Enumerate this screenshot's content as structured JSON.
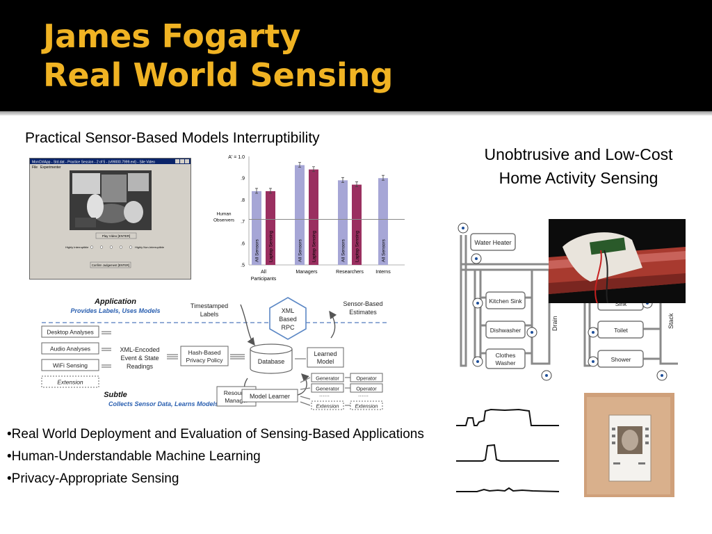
{
  "slide": {
    "title_line1": "James Fogarty",
    "title_line2": "Real World Sensing",
    "left_caption": "Practical Sensor-Based Models Interruptibility",
    "right_caption_line1": "Unobtrusive and Low-Cost",
    "right_caption_line2": "Home Activity Sensing",
    "bullets": [
      "•Real World Deployment and Evaluation of Sensing-Based Applications",
      "•Human-Understandable Machine Learning",
      "•Privacy-Appropriate Sensing"
    ]
  },
  "app_window": {
    "title": "MonCtrlApp - Std.dat - Practice Session - 2 of 5 - (v99000.7999.ext) - Sile Video",
    "menu": [
      "File",
      "Experimenter"
    ],
    "play_button": "Play Video [ENTER]",
    "scale_left": "Highly Interruptible",
    "scale_right": "Highly Non-Interruptible",
    "confirm_button": "Confirm Judgement [ENTER]"
  },
  "chart_data": {
    "type": "bar",
    "y_title": "A' = 1.0",
    "yticks": [
      ".9",
      ".8",
      ".7",
      ".6",
      ".5"
    ],
    "ylim": [
      0.5,
      1.0
    ],
    "reference_line": {
      "label_line1": "Human",
      "label_line2": "Observers",
      "value": 0.71
    },
    "groups": [
      {
        "label_line1": "All",
        "label_line2": "Participants",
        "bars": [
          {
            "name": "All Sensors",
            "value": 0.84,
            "color": "#a6a6d6"
          },
          {
            "name": "Laptop Sensing",
            "value": 0.84,
            "color": "#9a2f60"
          }
        ]
      },
      {
        "label_line1": "Managers",
        "label_line2": "",
        "bars": [
          {
            "name": "All Sensors",
            "value": 0.96,
            "color": "#a6a6d6"
          },
          {
            "name": "Laptop Sensing",
            "value": 0.94,
            "color": "#9a2f60"
          }
        ]
      },
      {
        "label_line1": "Researchers",
        "label_line2": "",
        "bars": [
          {
            "name": "All Sensors",
            "value": 0.89,
            "color": "#a6a6d6"
          },
          {
            "name": "Laptop Sensing",
            "value": 0.87,
            "color": "#9a2f60"
          }
        ]
      },
      {
        "label_line1": "Interns",
        "label_line2": "",
        "bars": [
          {
            "name": "All Sensors",
            "value": 0.9,
            "color": "#a6a6d6"
          }
        ]
      }
    ]
  },
  "architecture": {
    "application_title": "Application",
    "application_subtitle": "Provides Labels, Uses Models",
    "subtle_title": "Subtle",
    "subtle_subtitle": "Collects Sensor Data, Learns Models",
    "timestamped_line1": "Timestamped",
    "timestamped_line2": "Labels",
    "xml_line1": "XML",
    "xml_line2": "Based",
    "xml_line3": "RPC",
    "sensor_based_line1": "Sensor-Based",
    "sensor_based_line2": "Estimates",
    "analyses": [
      "Desktop Analyses",
      "Audio Analyses",
      "WiFi Sensing",
      "Extension"
    ],
    "xml_encoded_line1": "XML-Encoded",
    "xml_encoded_line2": "Event & State",
    "xml_encoded_line3": "Readings",
    "hash_line1": "Hash-Based",
    "hash_line2": "Privacy Policy",
    "database": "Database",
    "learned_line1": "Learned",
    "learned_line2": "Model",
    "resource_line1": "Resource",
    "resource_line2": "Manager",
    "model_learner": "Model Learner",
    "generator": "Generator",
    "operator": "Operator",
    "extension": "Extension"
  },
  "plumbing": {
    "water_heater": "Water Heater",
    "kitchen_sink": "Kitchen Sink",
    "dishwasher": "Dishwasher",
    "clothes_line1": "Clothes",
    "clothes_line2": "Washer",
    "drain": "Drain",
    "sink": "Sink",
    "toilet": "Toilet",
    "shower": "Shower",
    "stack": "Stack"
  }
}
